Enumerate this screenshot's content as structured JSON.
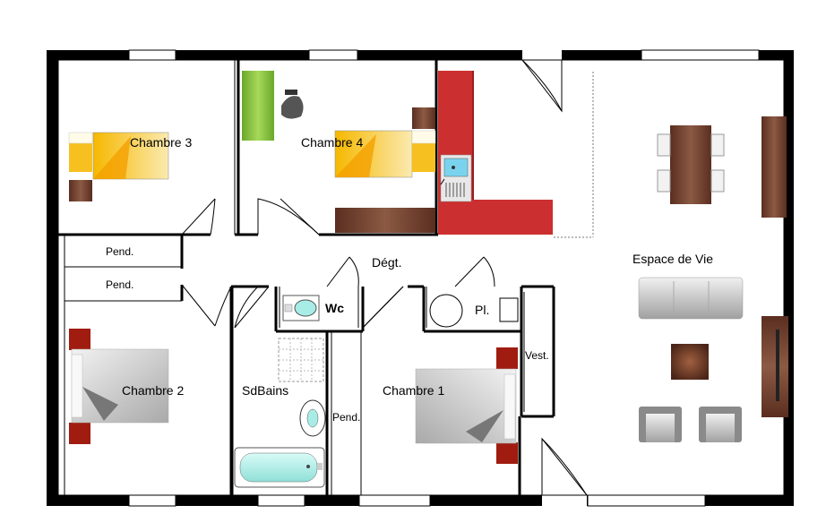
{
  "rooms": {
    "chambre3": "Chambre 3",
    "chambre4": "Chambre 4",
    "chambre2": "Chambre 2",
    "chambre1": "Chambre 1",
    "sdbains": "SdBains",
    "wc": "Wc",
    "pl": "Pl.",
    "degt": "Dégt.",
    "vest": "Vest.",
    "pend1": "Pend.",
    "pend2": "Pend.",
    "pend3": "Pend.",
    "espace": "Espace de Vie"
  },
  "colors": {
    "wall": "#000000",
    "bed_yellow": "#f7c82a",
    "bed_pale": "#f8e8a8",
    "kitchen_red": "#cc2f2f",
    "desk_green": "#8cc63f",
    "wood": "#6b3a2a",
    "nightstand_red": "#a01c10",
    "bath_aqua": "#a8ece6",
    "sofa_gray": "#c8c8c8"
  }
}
